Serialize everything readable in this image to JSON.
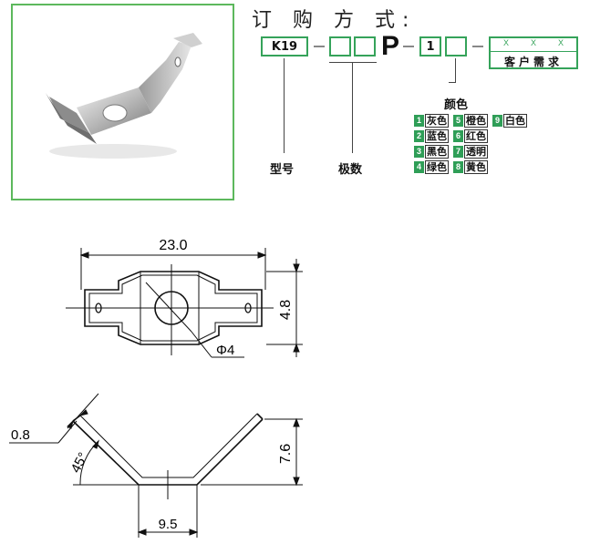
{
  "order": {
    "title": "订 购 方 式:",
    "model_code": "K19",
    "p_letter": "P",
    "color_code": "1",
    "model_label": "型号",
    "poles_label": "极数",
    "color_label": "颜色",
    "customer_marks": [
      "X",
      "X",
      "X"
    ],
    "customer_req": "客户需求"
  },
  "colors": [
    {
      "num": "1",
      "name": "灰色"
    },
    {
      "num": "2",
      "name": "蓝色"
    },
    {
      "num": "3",
      "name": "黑色"
    },
    {
      "num": "4",
      "name": "绿色"
    },
    {
      "num": "5",
      "name": "橙色"
    },
    {
      "num": "6",
      "name": "红色"
    },
    {
      "num": "7",
      "name": "透明"
    },
    {
      "num": "8",
      "name": "黄色"
    },
    {
      "num": "9",
      "name": "白色"
    }
  ],
  "drawing": {
    "length": "23.0",
    "width": "4.8",
    "hole": "Φ4",
    "thickness": "0.8",
    "angle": "45°",
    "height": "7.6",
    "base": "9.5"
  },
  "theme": {
    "accent": "#35a35a",
    "frame": "#5cb85c"
  }
}
